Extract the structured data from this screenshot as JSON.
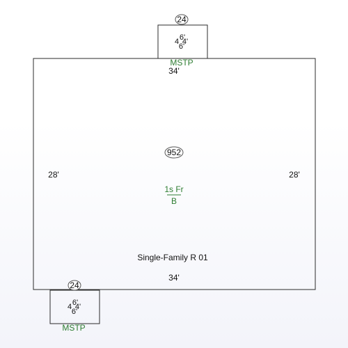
{
  "colors": {
    "outline": "#2b2b2b",
    "label_green": "#2e7d32",
    "text": "#111111"
  },
  "main_structure": {
    "area": "952",
    "dimension_top": "34'",
    "dimension_bottom": "34'",
    "dimension_left": "28'",
    "dimension_right": "28'",
    "story_label": "1s Fr",
    "story_code": "B",
    "description": "Single-Family R 01"
  },
  "porch_top": {
    "area": "24",
    "dim_left": "4",
    "dim_top": "6'",
    "dim_right": "4'",
    "dim_bottom": "6'",
    "label": "MSTP"
  },
  "porch_bottom": {
    "area": "24",
    "dim_left": "4",
    "dim_top": "6'",
    "dim_right": "4'",
    "dim_bottom": "6'",
    "label": "MSTP"
  }
}
